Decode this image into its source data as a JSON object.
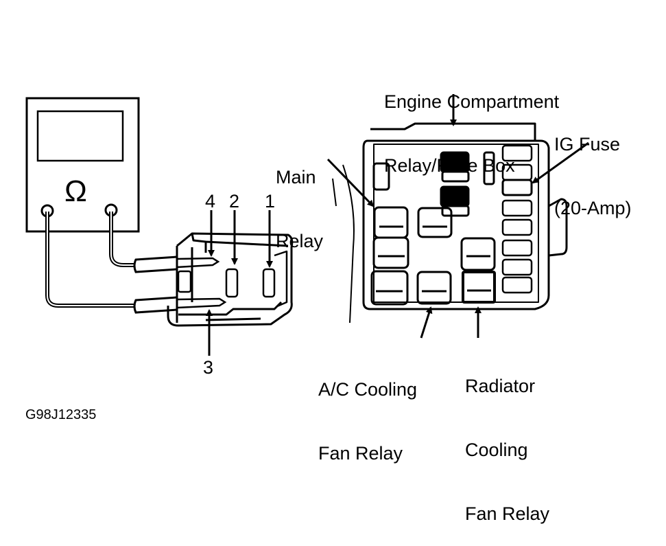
{
  "figure_id": "G98J12335",
  "meter": {
    "symbol": "Ω",
    "icon": "ohmmeter-icon"
  },
  "connector": {
    "terminals": [
      "4",
      "2",
      "1",
      "3"
    ]
  },
  "labels": {
    "fuse_box": [
      "Engine Compartment",
      "Relay/Fuse Box"
    ],
    "ig_fuse": [
      "IG Fuse",
      "(20-Amp)"
    ],
    "main_relay": [
      "Main",
      "Relay"
    ],
    "ac_relay": [
      "A/C Cooling",
      "Fan Relay"
    ],
    "radiator_relay": [
      "Radiator",
      "Cooling",
      "Fan Relay"
    ]
  }
}
